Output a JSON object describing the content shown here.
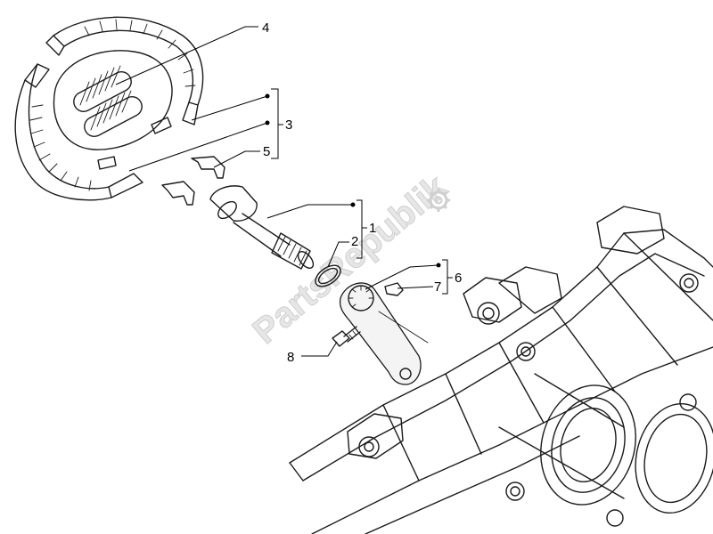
{
  "callouts": {
    "c1": "1",
    "c2": "2",
    "c3": "3",
    "c4": "4",
    "c5": "5",
    "c6": "6",
    "c7": "7",
    "c8": "8"
  },
  "watermark": "PartsRepublik",
  "icons": {
    "watermark_gear": "gear-icon"
  }
}
